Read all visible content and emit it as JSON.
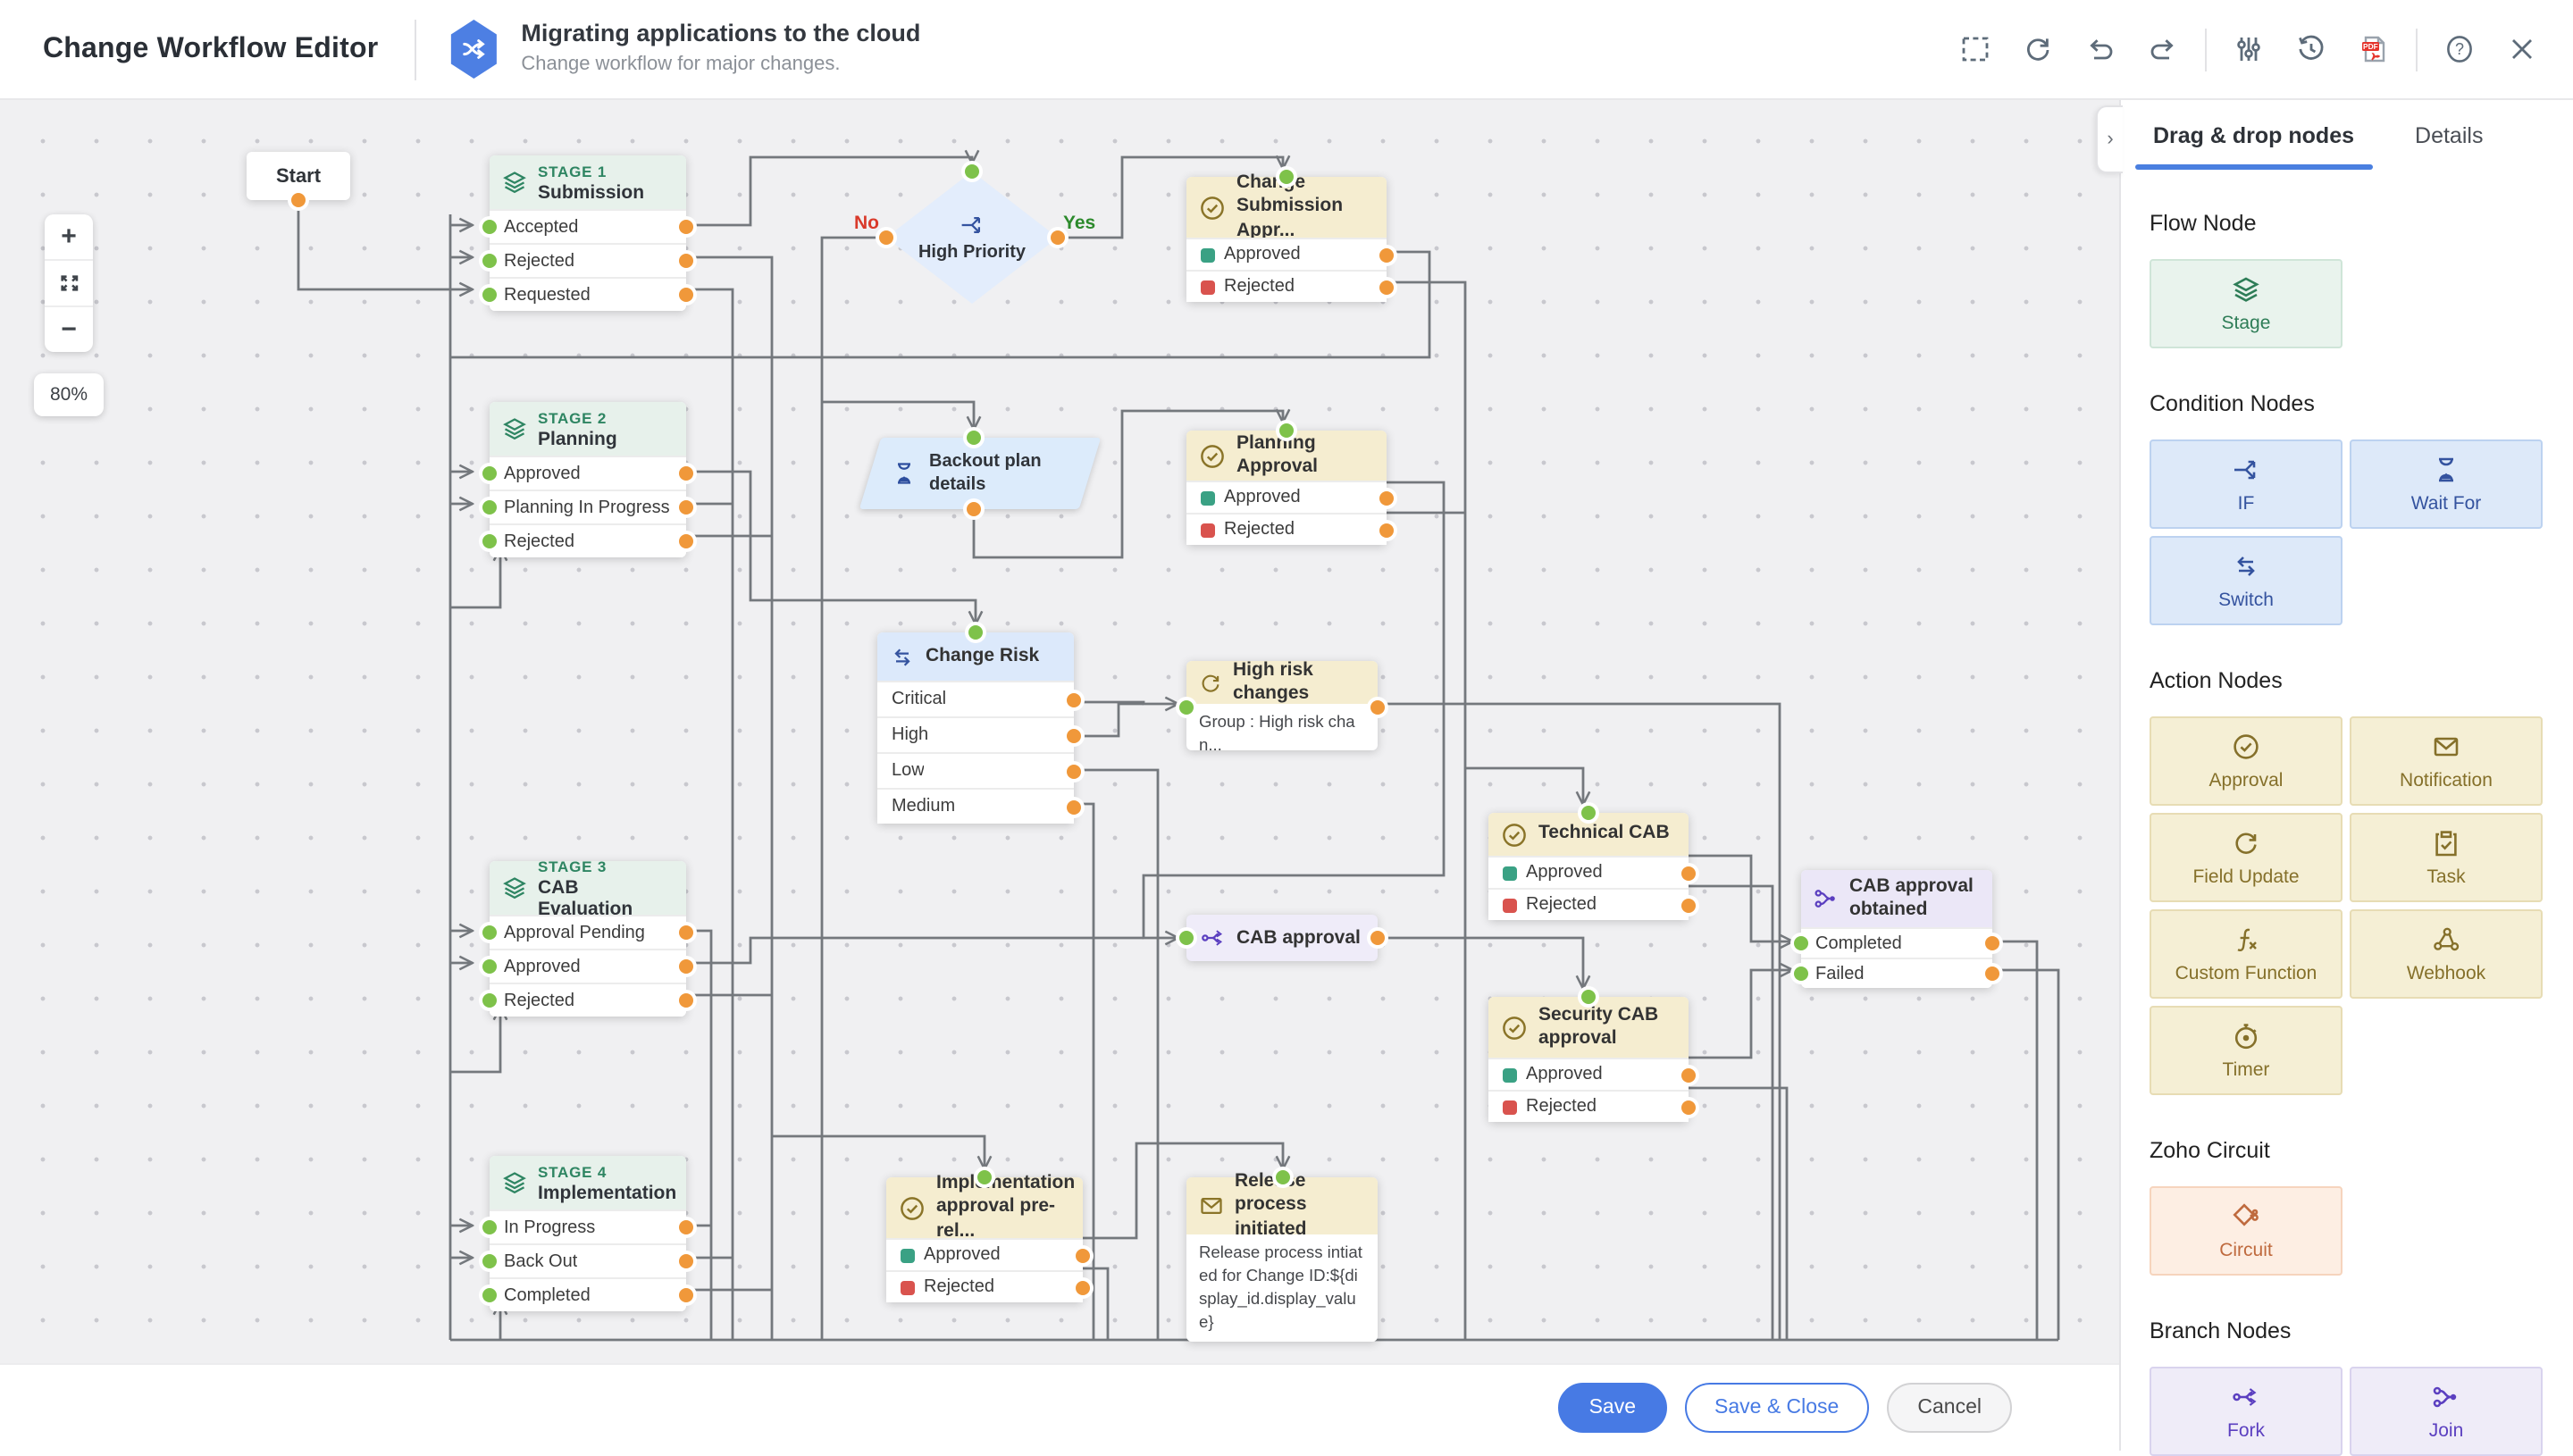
{
  "header": {
    "app_title": "Change Workflow Editor",
    "workflow_title": "Migrating applications to the cloud",
    "workflow_subtitle": "Change workflow for major changes."
  },
  "toolbar": {
    "icons": [
      "marquee-select",
      "refresh",
      "undo",
      "redo",
      "adjustments",
      "history",
      "export-pdf",
      "help",
      "close"
    ]
  },
  "canvas": {
    "zoom_level": "80%",
    "zoom_in": "+",
    "zoom_out": "−",
    "labels": {
      "no": "No",
      "yes": "Yes"
    },
    "nodes": {
      "start": {
        "label": "Start"
      },
      "stage1": {
        "stage": "STAGE 1",
        "name": "Submission",
        "rows": [
          "Accepted",
          "Rejected",
          "Requested"
        ]
      },
      "high_priority": {
        "title": "High Priority"
      },
      "change_submission_approval": {
        "title": "Change Submission Appr...",
        "rows": [
          "Approved",
          "Rejected"
        ]
      },
      "stage2": {
        "stage": "STAGE 2",
        "name": "Planning",
        "rows": [
          "Approved",
          "Planning In Progress",
          "Rejected"
        ]
      },
      "backout_plan": {
        "title": "Backout plan details"
      },
      "planning_approval": {
        "title": "Planning Approval",
        "rows": [
          "Approved",
          "Rejected"
        ]
      },
      "change_risk": {
        "title": "Change Risk",
        "rows": [
          "Critical",
          "High",
          "Low",
          "Medium"
        ]
      },
      "high_risk_changes": {
        "title": "High risk changes",
        "body": "Group : High risk chan..."
      },
      "stage3": {
        "stage": "STAGE 3",
        "name": "CAB Evaluation",
        "rows": [
          "Approval Pending",
          "Approved",
          "Rejected"
        ]
      },
      "cab_approval": {
        "title": "CAB approval"
      },
      "technical_cab": {
        "title": "Technical CAB",
        "rows": [
          "Approved",
          "Rejected"
        ]
      },
      "security_cab": {
        "title": "Security CAB approval",
        "rows": [
          "Approved",
          "Rejected"
        ]
      },
      "cab_approval_obtained": {
        "title": "CAB approval obtained",
        "rows": [
          "Completed",
          "Failed"
        ]
      },
      "stage4": {
        "stage": "STAGE 4",
        "name": "Implementation",
        "rows": [
          "In Progress",
          "Back Out",
          "Completed"
        ]
      },
      "implementation_approval": {
        "title": "Implementation approval pre-rel...",
        "rows": [
          "Approved",
          "Rejected"
        ]
      },
      "release_notification": {
        "title": "Release process initiated",
        "body": "Release process intiated for Change ID:${display_id.display_value}"
      }
    }
  },
  "sidebar": {
    "collapse_glyph": "›",
    "tabs": [
      {
        "label": "Drag & drop nodes"
      },
      {
        "label": "Details"
      }
    ],
    "sections": [
      {
        "title": "Flow Node",
        "tiles": [
          {
            "label": "Stage",
            "icon": "stage-layers-icon"
          }
        ]
      },
      {
        "title": "Condition Nodes",
        "tiles": [
          {
            "label": "IF",
            "icon": "if-branch-icon"
          },
          {
            "label": "Wait For",
            "icon": "hourglass-icon"
          },
          {
            "label": "Switch",
            "icon": "switch-arrows-icon"
          }
        ]
      },
      {
        "title": "Action Nodes",
        "tiles": [
          {
            "label": "Approval",
            "icon": "check-circle-icon"
          },
          {
            "label": "Notification",
            "icon": "envelope-icon"
          },
          {
            "label": "Field Update",
            "icon": "refresh-icon"
          },
          {
            "label": "Task",
            "icon": "task-clipboard-icon"
          },
          {
            "label": "Custom Function",
            "icon": "function-icon"
          },
          {
            "label": "Webhook",
            "icon": "webhook-icon"
          },
          {
            "label": "Timer",
            "icon": "stopwatch-icon"
          }
        ]
      },
      {
        "title": "Zoho Circuit",
        "tiles": [
          {
            "label": "Circuit",
            "icon": "circuit-icon"
          }
        ]
      },
      {
        "title": "Branch Nodes",
        "tiles": [
          {
            "label": "Fork",
            "icon": "fork-icon"
          },
          {
            "label": "Join",
            "icon": "join-icon"
          }
        ]
      }
    ]
  },
  "footer": {
    "save": "Save",
    "save_close": "Save & Close",
    "cancel": "Cancel"
  },
  "colors": {
    "accent_blue": "#4d7fe3",
    "stage_green": "#2e8562",
    "approval_olive": "#8a7428",
    "approved_teal": "#3aa184",
    "rejected_red": "#d9534e",
    "port_in_green": "#7ec24a",
    "port_out_orange": "#f0983a",
    "yes_green": "#2c8a2c",
    "no_red": "#d93a2b"
  }
}
